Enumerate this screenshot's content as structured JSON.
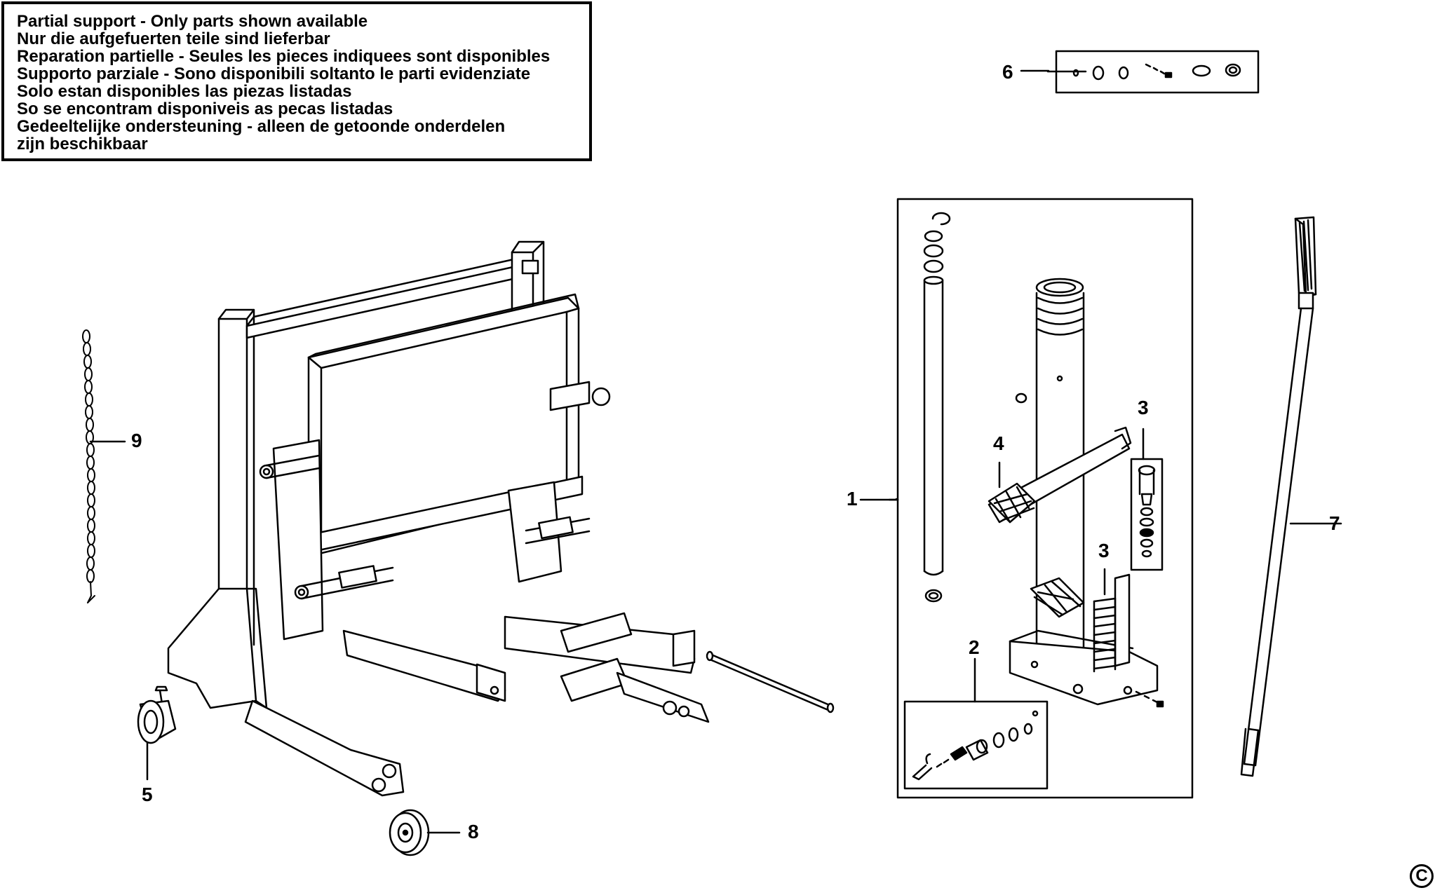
{
  "notice": {
    "lines": [
      "Partial support - Only parts shown available",
      "Nur die aufgefuerten teile sind lieferbar",
      "Reparation partielle - Seules les pieces indiquees sont disponibles",
      "Supporto parziale - Sono disponibili soltanto le parti evidenziate",
      "Solo estan disponibles las piezas listadas",
      "So se encontram disponiveis as pecas listadas",
      "Gedeeltelijke ondersteuning - alleen de getoonde onderdelen",
      "zijn beschikbaar"
    ]
  },
  "callouts": {
    "c1": "1",
    "c2": "2",
    "c3a": "3",
    "c3b": "3",
    "c4": "4",
    "c5": "5",
    "c6": "6",
    "c7": "7",
    "c8": "8",
    "c9": "9"
  },
  "copyright_symbol": "C",
  "colors": {
    "line": "#000000",
    "background": "#ffffff",
    "fill": "#ffffff"
  }
}
